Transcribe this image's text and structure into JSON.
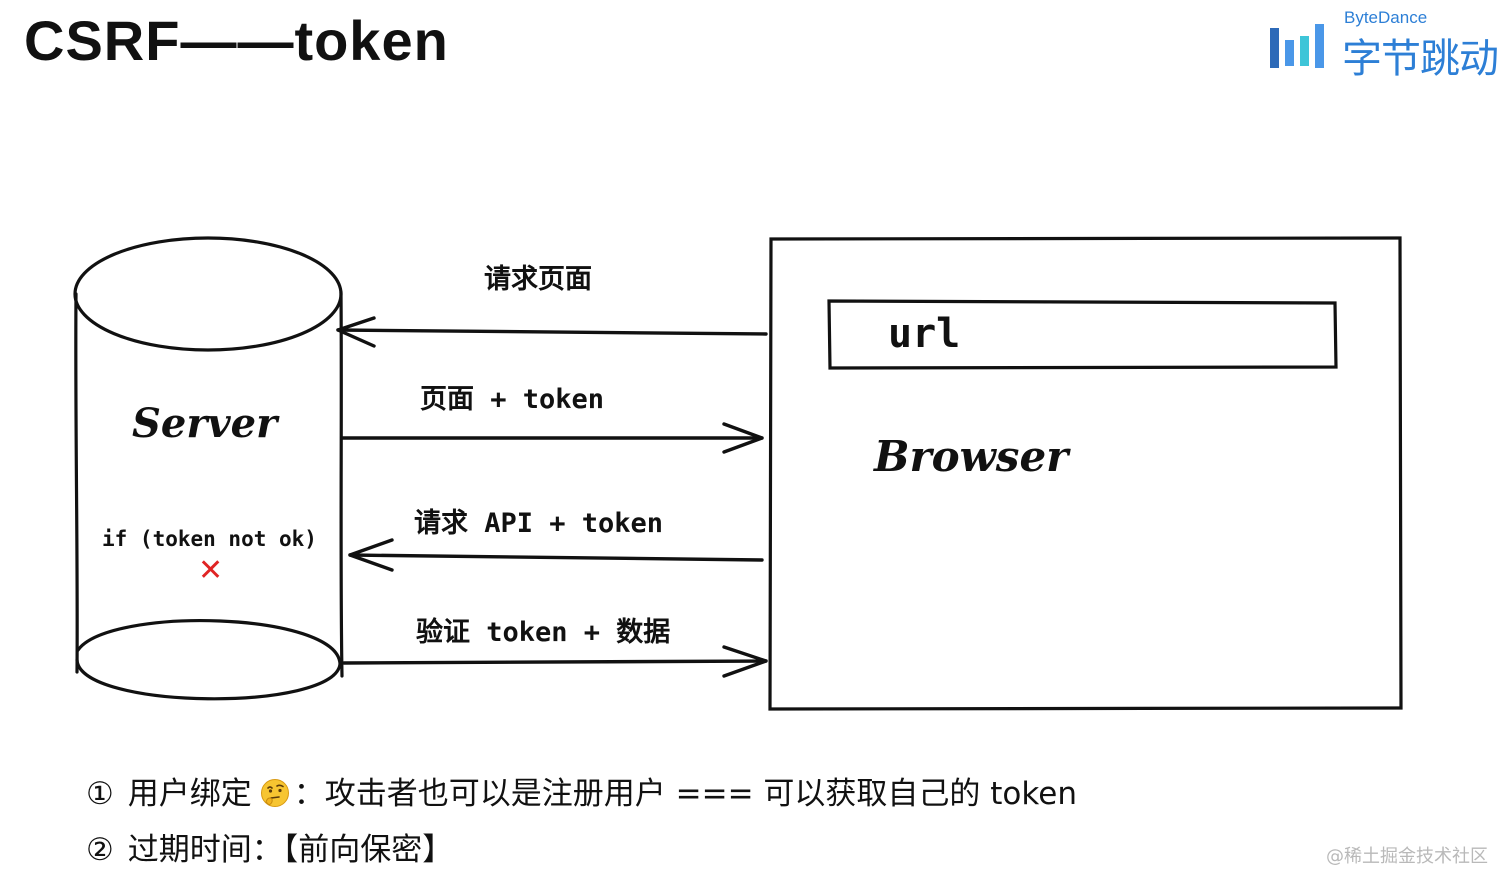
{
  "title": "CSRF——token",
  "logo": {
    "name_en": "ByteDance",
    "name_cn": "字节跳动",
    "colors": [
      "#2d6ab8",
      "#4a97e8",
      "#3ec5d8"
    ]
  },
  "diagram": {
    "server": {
      "label": "Server",
      "condition": "if (token not ok)",
      "reject_mark": "✕",
      "reject_color": "#e02424"
    },
    "browser": {
      "label": "Browser",
      "url_label": "url"
    },
    "arrows": [
      {
        "label": "请求页面",
        "direction": "to-server"
      },
      {
        "label": "页面 + token",
        "direction": "to-browser"
      },
      {
        "label": "请求 API + token",
        "direction": "to-server"
      },
      {
        "label": "验证 token + 数据",
        "direction": "to-browser"
      }
    ]
  },
  "notes": [
    {
      "number": "①",
      "before_emoji": "用户绑定",
      "emoji": "thinking-face-icon",
      "after_emoji": "：攻击者也可以是注册用户 === 可以获取自己的 token"
    },
    {
      "number": "②",
      "text": "过期时间：【前向保密】"
    }
  ],
  "watermark": "@稀土掘金技术社区"
}
